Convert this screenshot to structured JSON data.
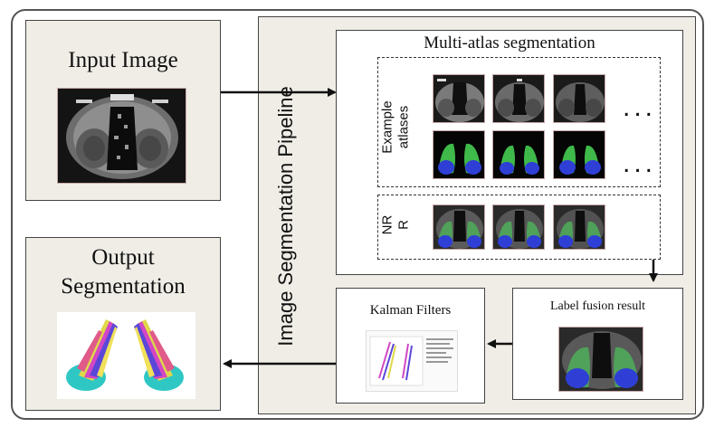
{
  "input": {
    "title": "Input Image"
  },
  "output": {
    "title_line1": "Output",
    "title_line2": "Segmentation"
  },
  "pipeline": {
    "label": "Image Segmentation Pipeline"
  },
  "multi_atlas": {
    "title": "Multi-atlas segmentation",
    "example_label_line1": "Example",
    "example_label_line2": "atlases",
    "nrr_label_line1": "NR",
    "nrr_label_line2": "R",
    "ellipsis": "..."
  },
  "label_fusion": {
    "title": "Label fusion result"
  },
  "kalman": {
    "title": "Kalman Filters"
  },
  "colors": {
    "panel_bg": "#efede6",
    "green_label": "#3fb94a",
    "blue_label": "#2f3fd6",
    "border": "#444444"
  }
}
